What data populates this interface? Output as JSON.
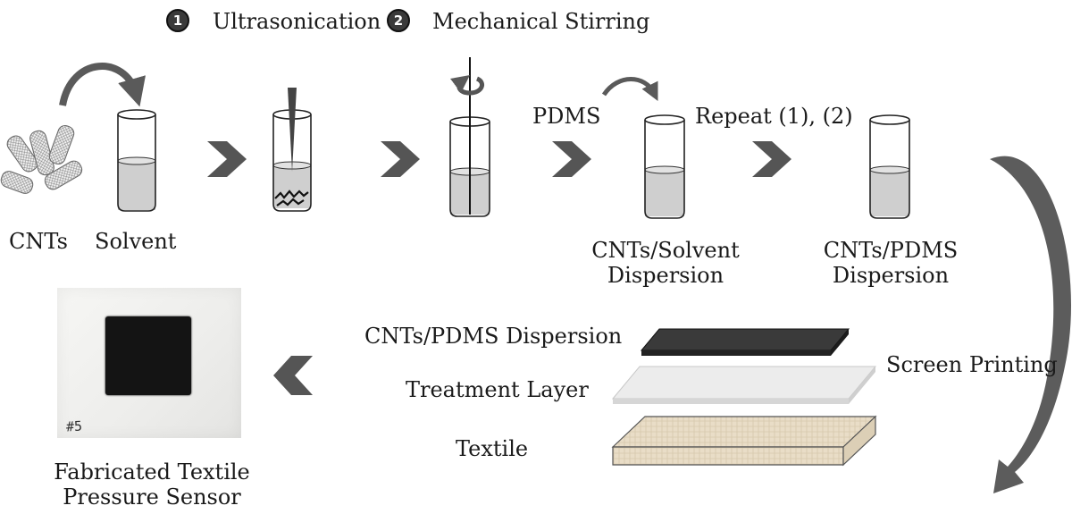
{
  "header": {
    "step1_number": "1",
    "step1_label": "Ultrasonication",
    "step2_number": "2",
    "step2_label": "Mechanical Stirring"
  },
  "top_row": {
    "cnts_label": "CNTs",
    "solvent_label": "Solvent",
    "pdms_label": "PDMS",
    "repeat_label": "Repeat (1), (2)",
    "dispersion1_line1": "CNTs/Solvent",
    "dispersion1_line2": "Dispersion",
    "dispersion2_line1": "CNTs/PDMS",
    "dispersion2_line2": "Dispersion"
  },
  "bottom_row": {
    "layer_top_label": "CNTs/PDMS Dispersion",
    "layer_mid_label": "Treatment Layer",
    "layer_bottom_label": "Textile",
    "screen_printing_label": "Screen Printing",
    "sensor_tag": "#5",
    "result_line1": "Fabricated Textile",
    "result_line2": "Pressure Sensor"
  },
  "colors": {
    "chevron": "#555555",
    "liquid": "#cfcfcf",
    "cnt_layer": "#3a3a3a",
    "treatment_layer": "#ececec",
    "textile": "#e8dcc6"
  }
}
